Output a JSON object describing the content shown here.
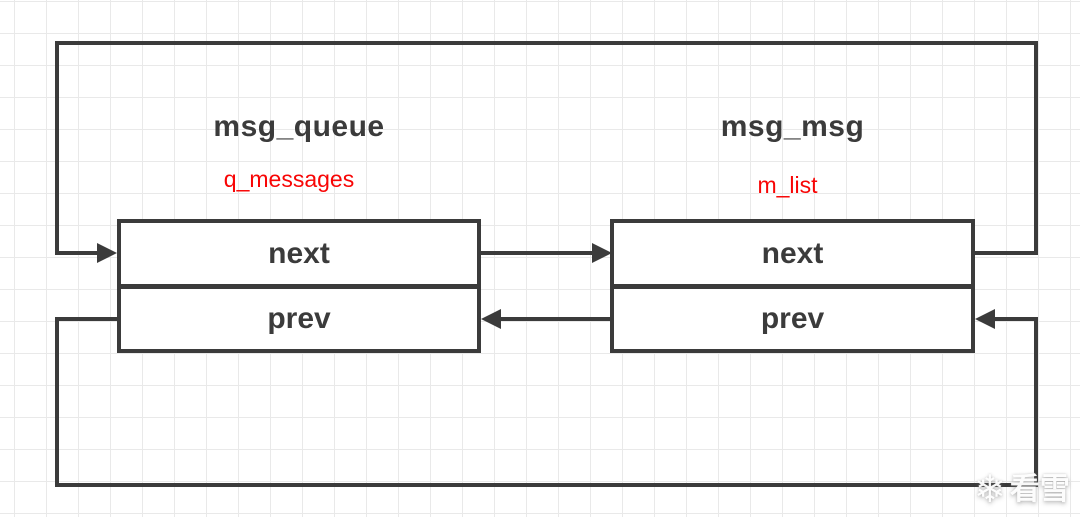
{
  "diagram": {
    "background": {
      "canvas_color": "#ffffff",
      "grid_color": "#e9e9e9"
    },
    "line_color": "#3b3b3b",
    "annotation_color": "#f80505",
    "nodes": [
      {
        "title": "msg_queue",
        "annotation": "q_messages",
        "fields": [
          "next",
          "prev"
        ]
      },
      {
        "title": "msg_msg",
        "annotation": "m_list",
        "fields": [
          "next",
          "prev"
        ]
      }
    ],
    "links": [
      {
        "name": "next-forward",
        "from": "msg_queue.next",
        "to": "msg_msg.next",
        "path": "straight-right"
      },
      {
        "name": "next-wraparound",
        "from": "msg_msg.next",
        "to": "msg_queue.next",
        "path": "over-the-top"
      },
      {
        "name": "prev-backward",
        "from": "msg_msg.prev",
        "to": "msg_queue.prev",
        "path": "straight-left"
      },
      {
        "name": "prev-wraparound",
        "from": "msg_queue.prev",
        "to": "msg_msg.prev",
        "path": "under-the-bottom"
      }
    ]
  },
  "watermark": {
    "icon": "snowflake-icon",
    "text": "看雪"
  }
}
